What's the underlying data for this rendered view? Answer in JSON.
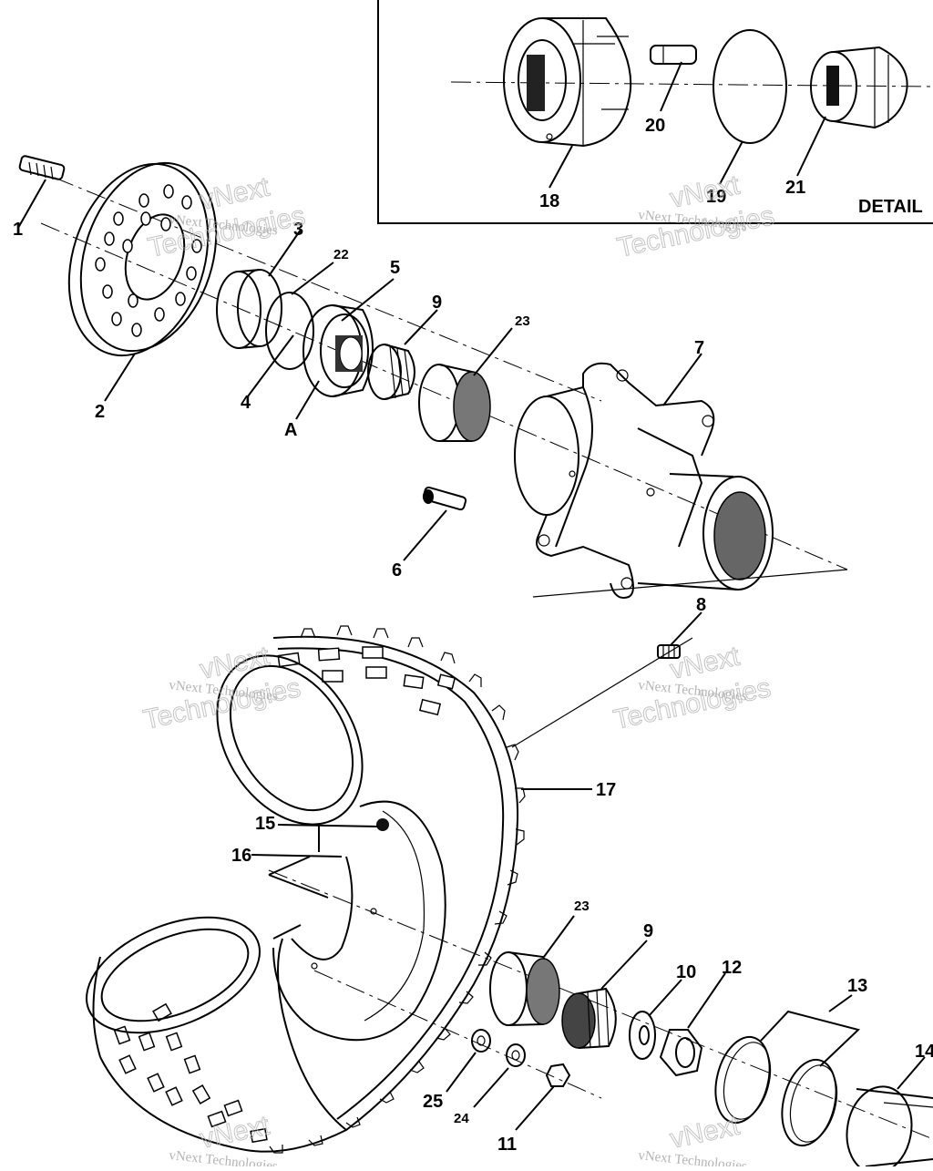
{
  "diagram": {
    "detail_label": "DETAIL",
    "part_labels": {
      "p1": "1",
      "p2": "2",
      "p3": "3",
      "p4": "4",
      "p5": "5",
      "p6": "6",
      "p7": "7",
      "p8": "8",
      "p9a": "9",
      "p9b": "9",
      "p10": "10",
      "p11": "11",
      "p12": "12",
      "p13": "13",
      "p14": "14",
      "p15": "15",
      "p16": "16",
      "p17": "17",
      "p18": "18",
      "p19": "19",
      "p20": "20",
      "p21": "21",
      "p22": "22",
      "p23a": "23",
      "p23b": "23",
      "p24": "24",
      "p25": "25",
      "pA": "A"
    },
    "watermark": {
      "line1": "vNext Technologies",
      "line2": "vNext",
      "line3": "Technologies"
    }
  }
}
